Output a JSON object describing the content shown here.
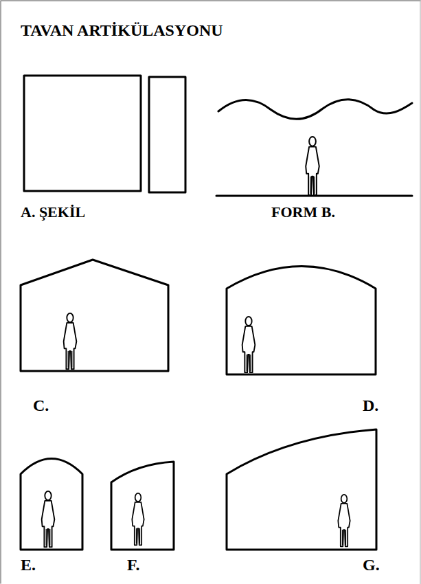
{
  "diagram": {
    "title": "TAVAN ARTİKÜLASYONU",
    "labels": [
      "A. ŞEKİL",
      "FORM B.",
      "C.",
      "D.",
      "E.",
      "F.",
      "G."
    ]
  }
}
